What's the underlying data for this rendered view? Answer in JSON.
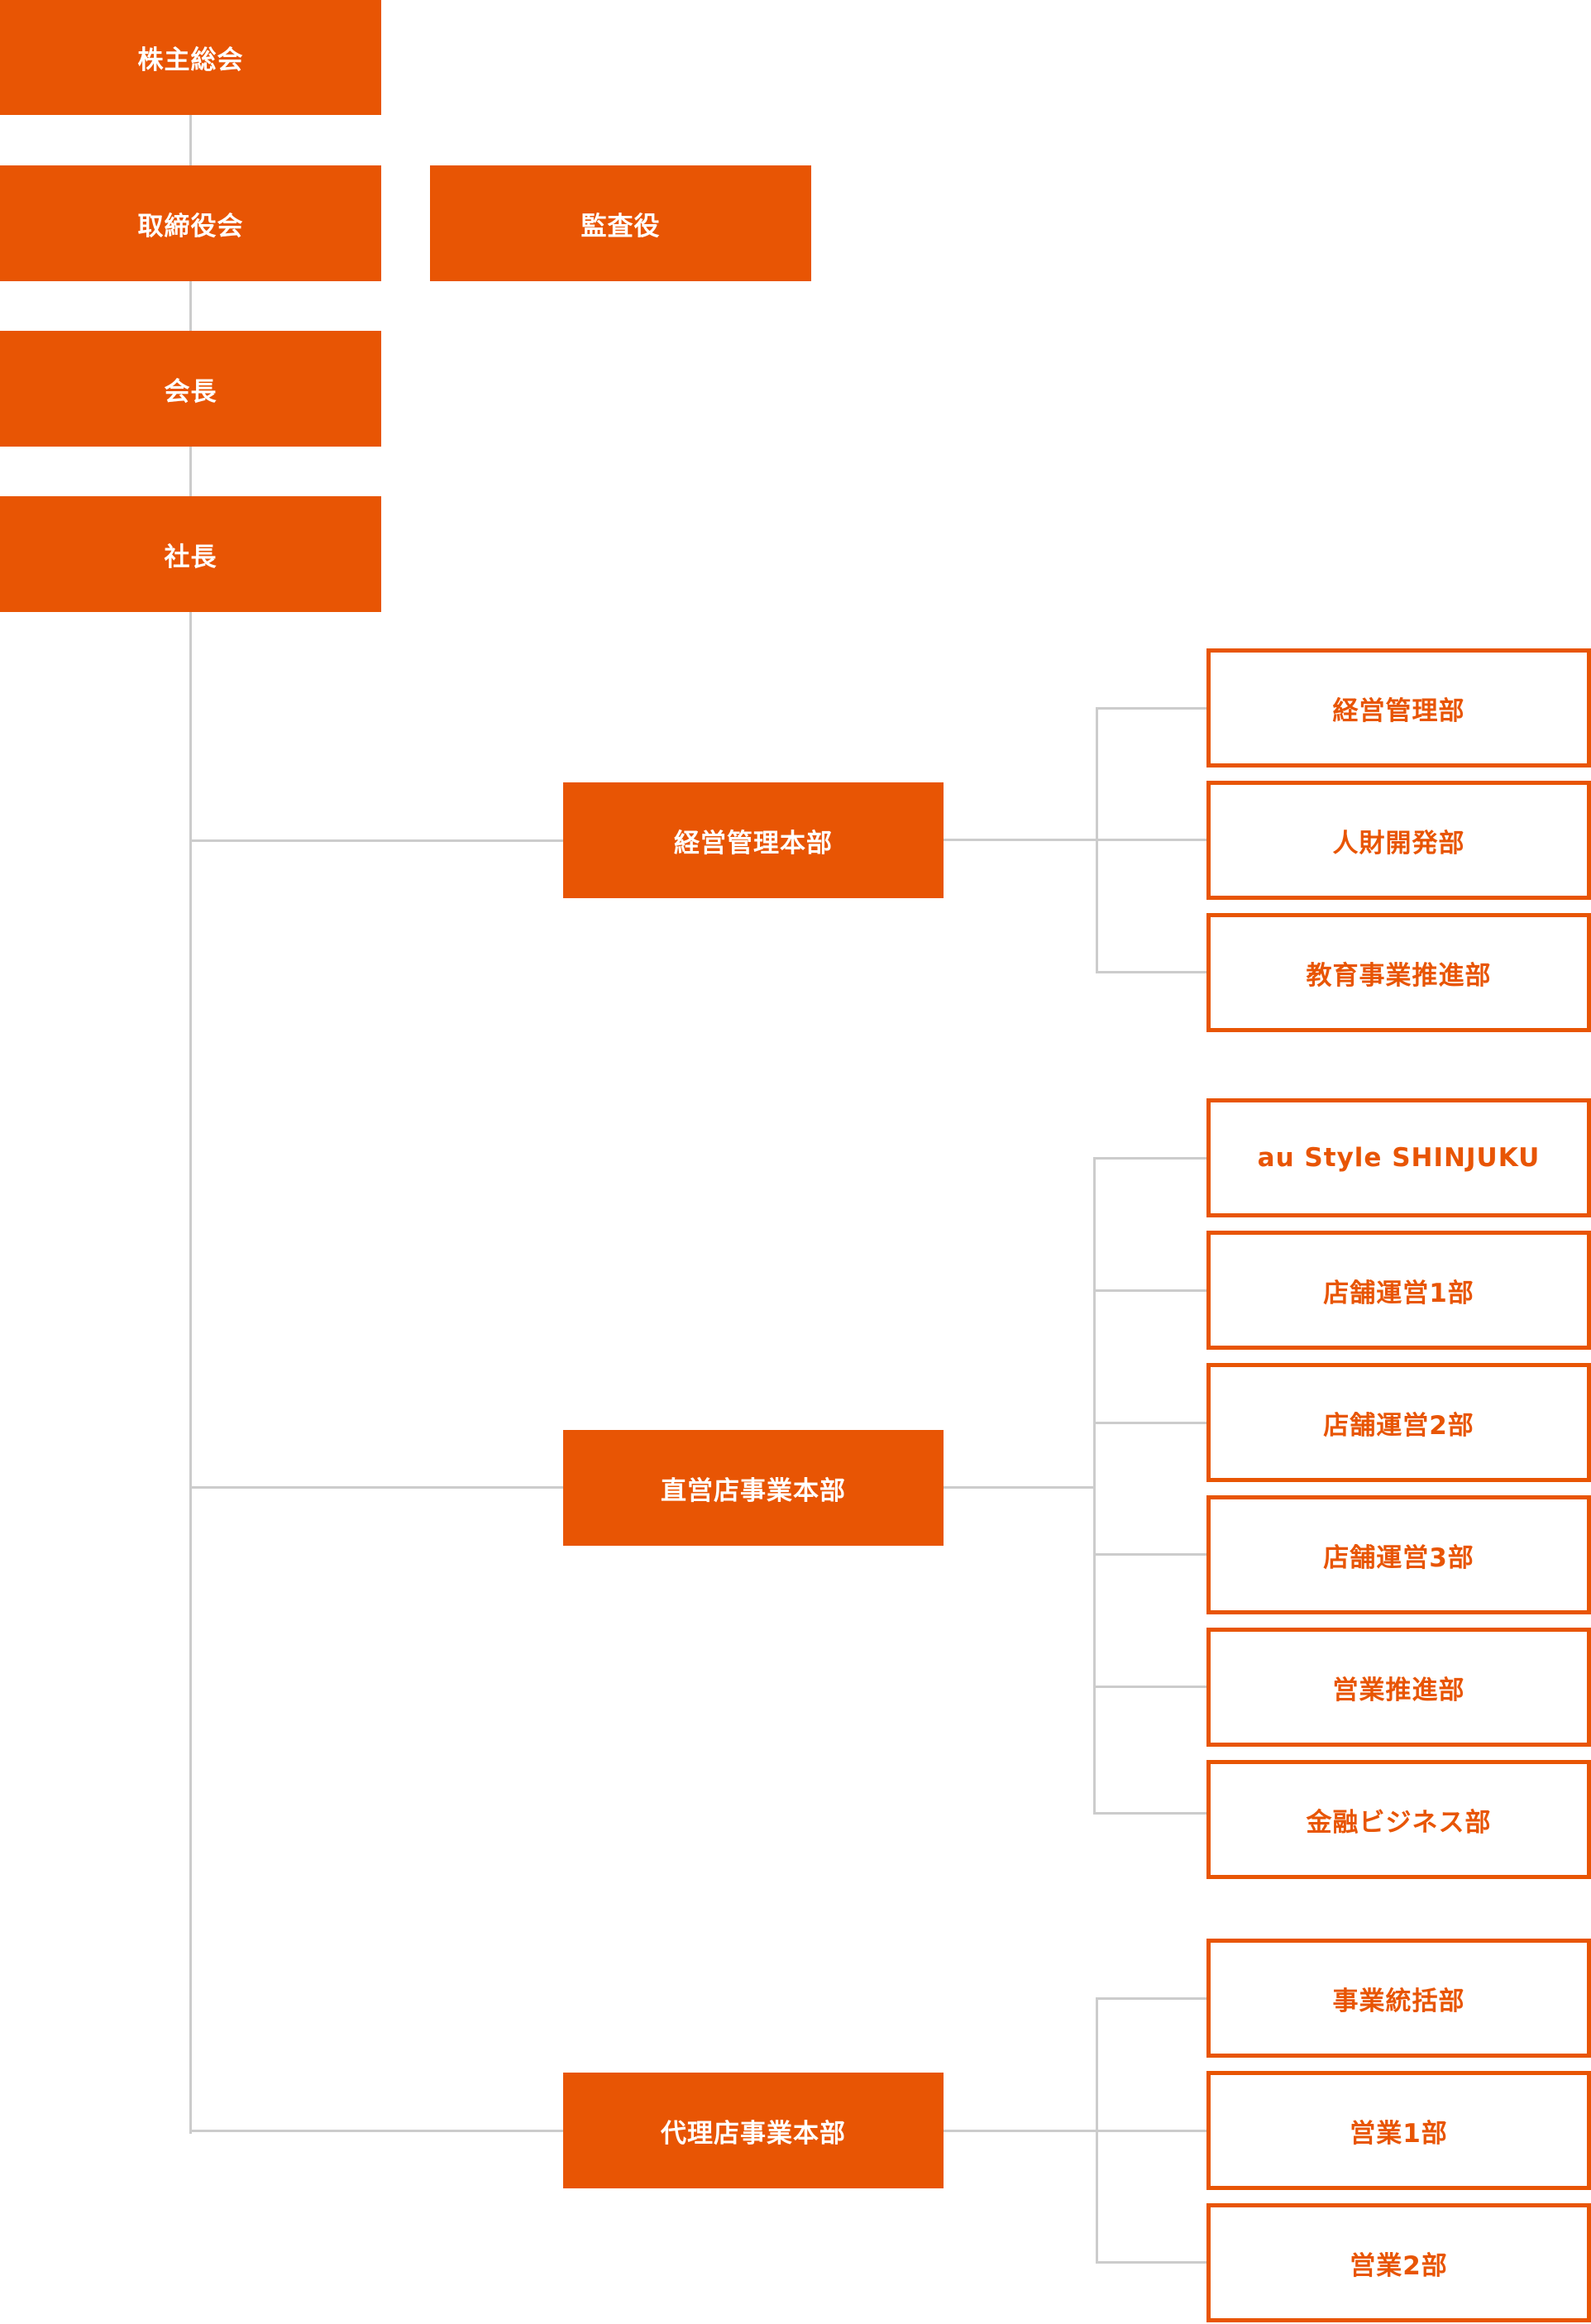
{
  "top": {
    "shareholders": "株主総会",
    "board": "取締役会",
    "auditor": "監査役",
    "chairman": "会長",
    "president": "社長"
  },
  "divisions": [
    {
      "name": "経営管理本部",
      "departments": [
        "経営管理部",
        "人財開発部",
        "教育事業推進部"
      ]
    },
    {
      "name": "直営店事業本部",
      "departments": [
        "au Style SHINJUKU",
        "店舗運営1部",
        "店舗運営2部",
        "店舗運営3部",
        "営業推進部",
        "金融ビジネス部"
      ]
    },
    {
      "name": "代理店事業本部",
      "departments": [
        "事業統括部",
        "営業1部",
        "営業2部"
      ]
    }
  ],
  "colors": {
    "accent": "#e85504",
    "connector": "#cccccc"
  }
}
